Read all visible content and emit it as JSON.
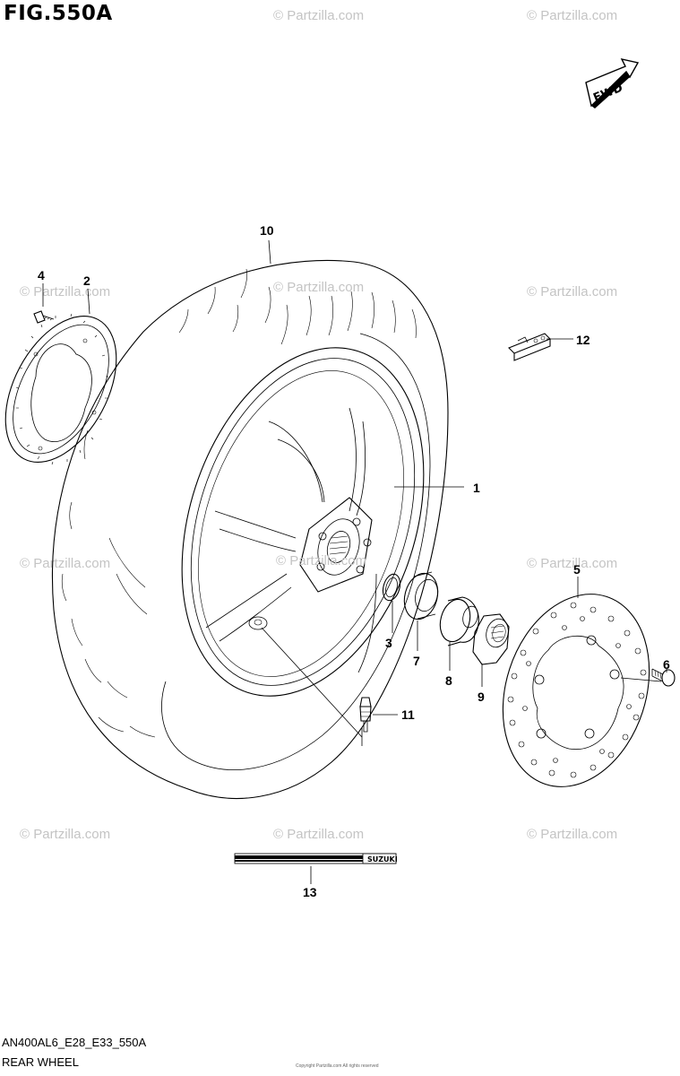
{
  "figure": {
    "title": "FIG.550A",
    "fwd_label": "FWD",
    "code": "AN400AL6_E28_E33_550A",
    "name": "REAR WHEEL",
    "fine_print": "Copyright Partzilla.com All rights reserved"
  },
  "watermark": "© Partzilla.com",
  "center_watermark": "© Partzilla.com",
  "decal_brand": "SUZUKI",
  "callouts": [
    {
      "id": "1",
      "label": "1"
    },
    {
      "id": "2",
      "label": "2"
    },
    {
      "id": "3",
      "label": "3"
    },
    {
      "id": "4",
      "label": "4"
    },
    {
      "id": "5",
      "label": "5"
    },
    {
      "id": "6",
      "label": "6"
    },
    {
      "id": "7",
      "label": "7"
    },
    {
      "id": "8",
      "label": "8"
    },
    {
      "id": "9",
      "label": "9"
    },
    {
      "id": "10",
      "label": "10"
    },
    {
      "id": "11",
      "label": "11"
    },
    {
      "id": "12",
      "label": "12"
    },
    {
      "id": "13",
      "label": "13"
    }
  ]
}
